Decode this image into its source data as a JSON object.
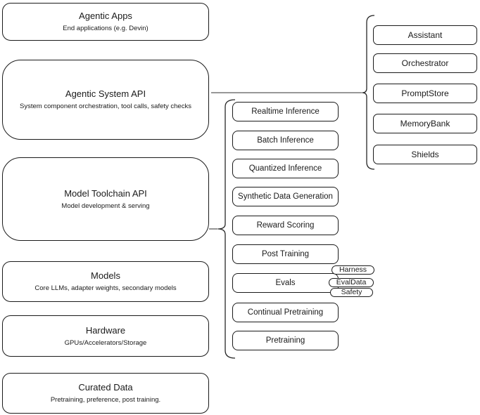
{
  "colors": {
    "stroke": "#1a1a1a",
    "connector": "#5a5a5a",
    "background": "#ffffff"
  },
  "stack": [
    {
      "title": "Agentic Apps",
      "subtitle": "End applications (e.g. Devin)"
    },
    {
      "title": "Agentic System API",
      "subtitle": "System component orchestration, tool calls, safety checks"
    },
    {
      "title": "Model Toolchain API",
      "subtitle": "Model development & serving"
    },
    {
      "title": "Models",
      "subtitle": "Core LLMs, adapter weights, secondary models"
    },
    {
      "title": "Hardware",
      "subtitle": "GPUs/Accelerators/Storage"
    },
    {
      "title": "Curated Data",
      "subtitle": "Pretraining, preference, post training."
    }
  ],
  "toolchain": {
    "items": [
      "Realtime Inference",
      "Batch Inference",
      "Quantized Inference",
      "Synthetic Data Generation",
      "Reward Scoring",
      "Post Training",
      "Evals",
      "Continual Pretraining",
      "Pretraining"
    ]
  },
  "system": {
    "items": [
      "Assistant",
      "Orchestrator",
      "PromptStore",
      "MemoryBank",
      "Shields"
    ]
  },
  "evals_tags": [
    "Harness",
    "EvalData",
    "Safety"
  ]
}
